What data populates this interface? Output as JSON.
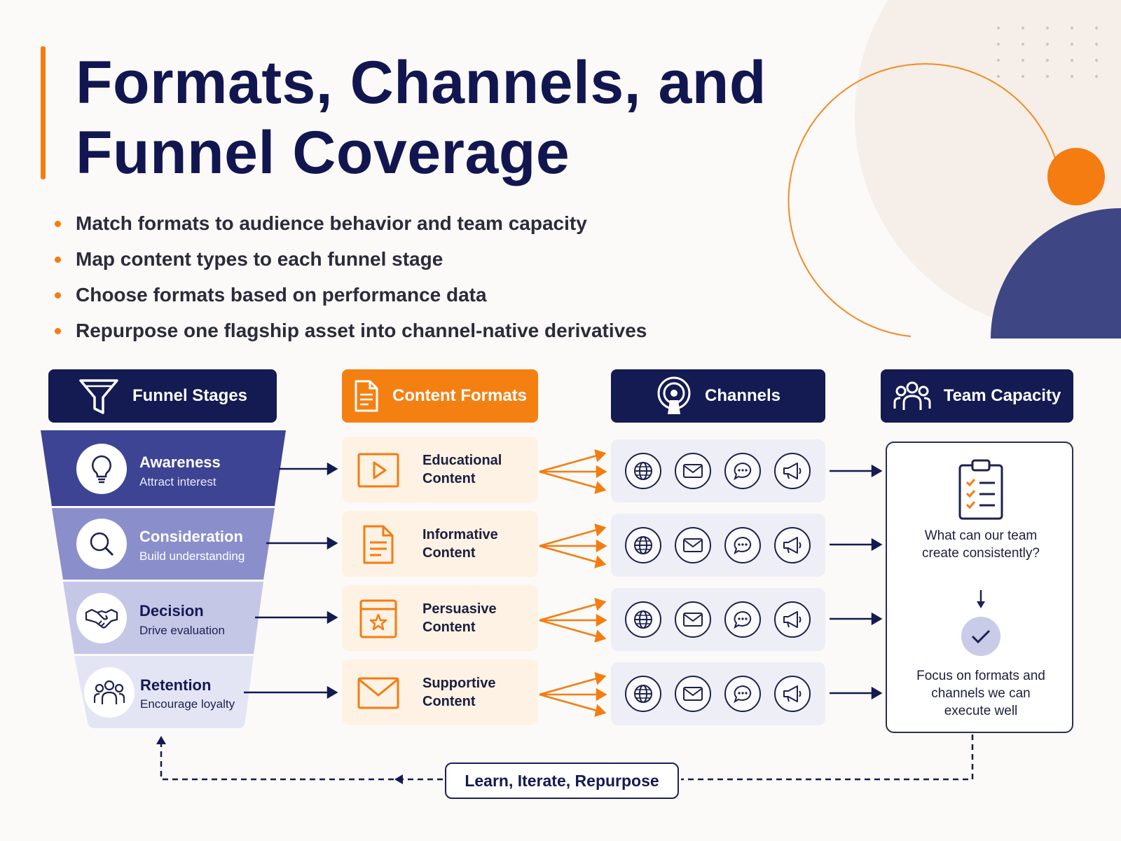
{
  "title": {
    "line1": "Formats, Channels, and",
    "line2": "Funnel Coverage"
  },
  "bullets": [
    "Match formats to audience behavior and team capacity",
    "Map content types to each funnel stage",
    "Choose formats based on performance data",
    "Repurpose one flagship asset into channel-native derivatives"
  ],
  "columns": {
    "funnel": {
      "label": "Funnel Stages",
      "icon": "funnel-icon"
    },
    "formats": {
      "label": "Content Formats",
      "icon": "document-icon"
    },
    "channels": {
      "label": "Channels",
      "icon": "broadcast-icon"
    },
    "team": {
      "label": "Team Capacity",
      "icon": "team-icon"
    }
  },
  "stages": [
    {
      "name": "Awareness",
      "sub": "Attract interest",
      "icon": "lightbulb-icon"
    },
    {
      "name": "Consideration",
      "sub": "Build understanding",
      "icon": "magnifier-icon"
    },
    {
      "name": "Decision",
      "sub": "Drive evaluation",
      "icon": "handshake-icon"
    },
    {
      "name": "Retention",
      "sub": "Encourage loyalty",
      "icon": "people-icon"
    }
  ],
  "formats": [
    {
      "line1": "Educational",
      "line2": "Content",
      "icon": "video-play-icon"
    },
    {
      "line1": "Informative",
      "line2": "Content",
      "icon": "document-icon"
    },
    {
      "line1": "Persuasive",
      "line2": "Content",
      "icon": "star-window-icon"
    },
    {
      "line1": "Supportive",
      "line2": "Content",
      "icon": "envelope-icon"
    }
  ],
  "channel_icons": [
    "globe-icon",
    "mail-icon",
    "chat-bubble-icon",
    "megaphone-icon"
  ],
  "team": {
    "question": "What can our team create consistently?",
    "answer": "Focus on formats and channels we can execute well",
    "icons": [
      "clipboard-checklist-icon",
      "checkmark-icon"
    ]
  },
  "loop_label": "Learn, Iterate, Repurpose",
  "colors": {
    "navy": "#141a52",
    "orange": "#f57c10",
    "funnel_stage_1": "#3d4494",
    "funnel_stage_2": "#8a8ecb",
    "funnel_stage_3": "#c5c7e7",
    "funnel_stage_4": "#e4e5f4",
    "format_card": "#fdf2e4",
    "channel_row": "#eeeff6"
  }
}
